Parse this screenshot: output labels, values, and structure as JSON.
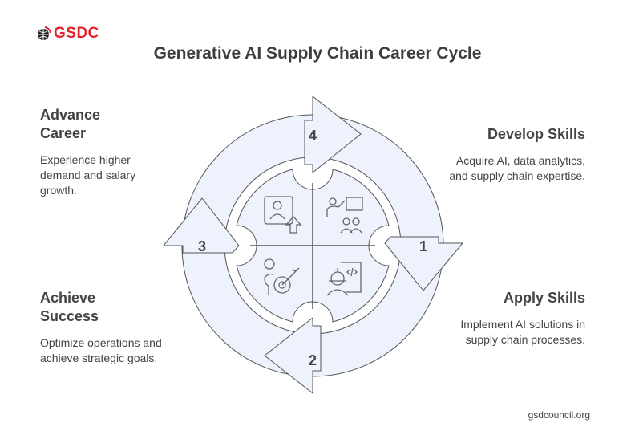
{
  "logo": {
    "text": "GSDC"
  },
  "title": "Generative AI Supply Chain Career Cycle",
  "steps": [
    {
      "number": "1",
      "heading": "Develop Skills",
      "description": "Acquire AI, data analytics, and supply chain expertise."
    },
    {
      "number": "2",
      "heading": "Apply Skills",
      "description": "Implement AI solutions in supply chain processes."
    },
    {
      "number": "3",
      "heading": "Achieve Success",
      "description": "Optimize operations and achieve strategic goals."
    },
    {
      "number": "4",
      "heading": "Advance Career",
      "description": "Experience higher demand and salary growth."
    }
  ],
  "icons": [
    "career-advance-icon",
    "training-icon",
    "target-success-icon",
    "developer-code-icon"
  ],
  "colors": {
    "fill": "#edf2fd",
    "stroke": "#555555",
    "logo": "#e3232b",
    "text": "#444444"
  },
  "footer": "gsdcouncil.org"
}
